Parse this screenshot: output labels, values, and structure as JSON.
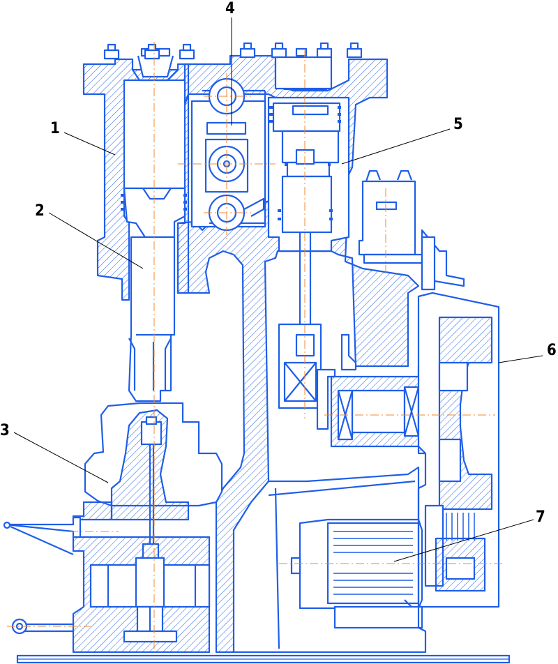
{
  "diagram": {
    "line_color": "#1f5ee8",
    "axis_color": "#f08a30",
    "label_color": "#000000",
    "callouts": [
      {
        "id": "1",
        "text": "1"
      },
      {
        "id": "2",
        "text": "2"
      },
      {
        "id": "3",
        "text": "3"
      },
      {
        "id": "4",
        "text": "4"
      },
      {
        "id": "5",
        "text": "5"
      },
      {
        "id": "6",
        "text": "6"
      },
      {
        "id": "7",
        "text": "7"
      }
    ]
  }
}
